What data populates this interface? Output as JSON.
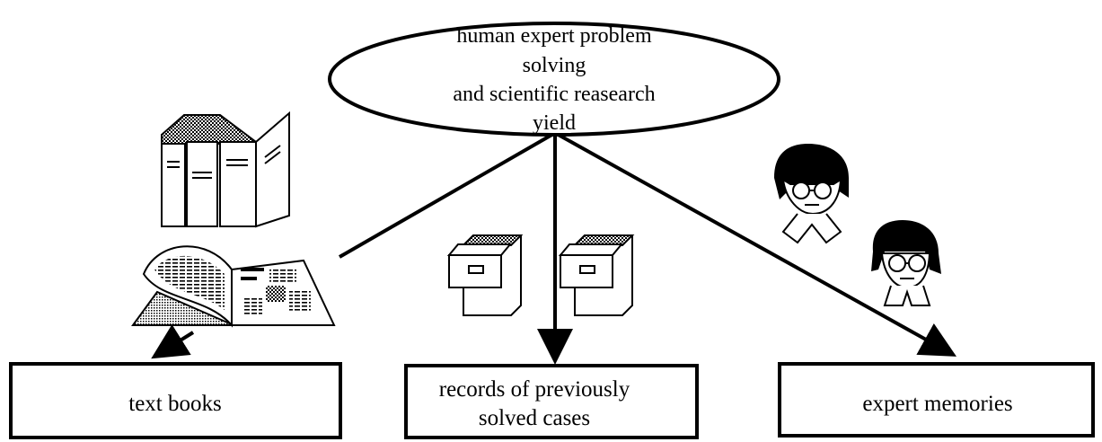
{
  "source": {
    "lines": [
      "human expert problem",
      "solving",
      "and scientific reasearch",
      "yield"
    ]
  },
  "targets": [
    {
      "lines": [
        "text books"
      ]
    },
    {
      "lines": [
        "records of previously",
        "solved cases"
      ]
    },
    {
      "lines": [
        "expert memories"
      ]
    }
  ],
  "icons": {
    "books": "book-stack-icon",
    "open_book": "open-book-icon",
    "cabinets": "file-cabinet-icon",
    "experts": "person-face-icon"
  }
}
